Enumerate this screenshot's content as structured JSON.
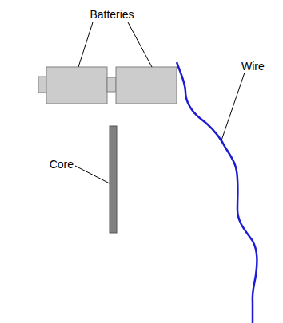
{
  "diagram": {
    "labels": [
      "Batteries",
      "Wire",
      "Core"
    ]
  }
}
